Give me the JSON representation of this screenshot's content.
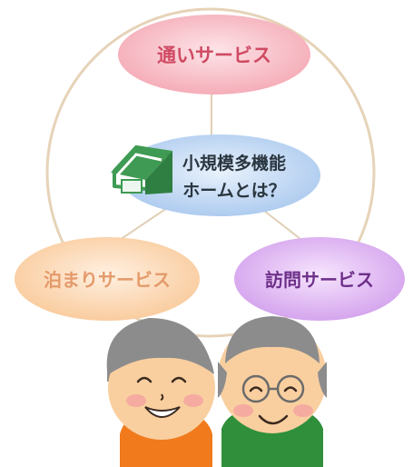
{
  "diagram": {
    "center": {
      "line1": "小規模多機能",
      "line2": "ホームとは？"
    },
    "top": {
      "label": "通いサービス"
    },
    "left": {
      "label": "泊まりサービス"
    },
    "right": {
      "label": "訪問サービス"
    }
  },
  "colors": {
    "ring": "#e6d3b8",
    "top_fill": "#f6b3bd",
    "top_text": "#cf4a63",
    "center_fill": "#bcd6f3",
    "center_text": "#2a3640",
    "left_fill": "#fcd9b7",
    "left_text": "#e49a6a",
    "right_fill": "#ddb6f1",
    "right_text": "#6c2f89",
    "house_green": "#3f9b53",
    "grandma_shirt": "#f07a1c",
    "grandpa_shirt": "#2f8f3a",
    "hair": "#8c8c8c",
    "skin": "#f9cfa0"
  },
  "icons": [
    "house-icon",
    "grandmother-illustration",
    "grandfather-illustration"
  ]
}
